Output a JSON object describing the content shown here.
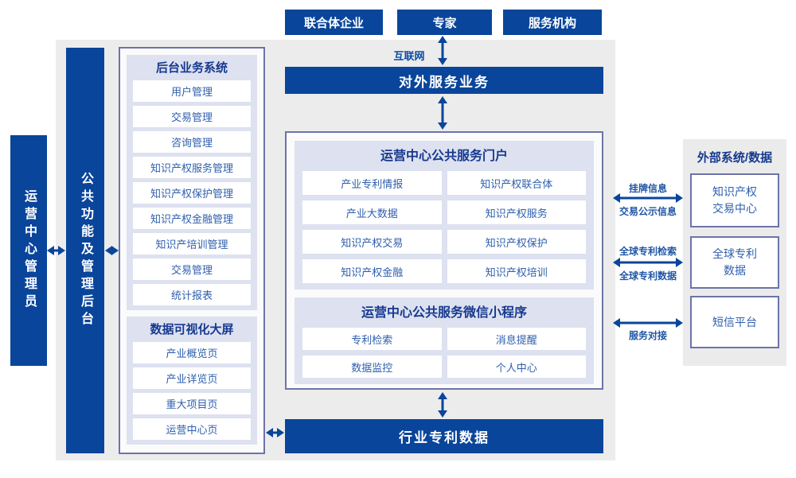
{
  "colors": {
    "primary_blue": "#09459B",
    "panel_lavender": "#DDE1F0",
    "box_border": "#6C74A8",
    "background_gray": "#ECECEC",
    "title_navy": "#16398F",
    "item_blue": "#2E5FAD"
  },
  "top_actors": [
    "联合体企业",
    "专家",
    "服务机构"
  ],
  "internet_label": "互联网",
  "external_service_bar": "对外服务业务",
  "left_column": {
    "admin_label": "运营中心管理员",
    "backend_bar_label": "公共功能及管理后台"
  },
  "backend_system": {
    "title": "后台业务系统",
    "items": [
      "用户管理",
      "交易管理",
      "咨询管理",
      "知识产权服务管理",
      "知识产权保护管理",
      "知识产权金融管理",
      "知识产培训管理",
      "交易管理",
      "统计报表"
    ]
  },
  "dashboard": {
    "title": "数据可视化大屏",
    "items": [
      "产业概览页",
      "产业详览页",
      "重大项目页",
      "运营中心页"
    ]
  },
  "portal": {
    "title": "运营中心公共服务门户",
    "items": [
      "产业专利情报",
      "知识产权联合体",
      "产业大数据",
      "知识产权服务",
      "知识产权交易",
      "知识产权保护",
      "知识产权金融",
      "知识产权培训"
    ]
  },
  "miniprogram": {
    "title": "运营中心公共服务微信小程序",
    "items": [
      "专利检索",
      "消息提醒",
      "数据监控",
      "个人中心"
    ]
  },
  "industry_patent_bar": "行业专利数据",
  "external_systems": {
    "title": "外部系统/数据",
    "boxes": [
      "知识产权交易中心",
      "全球专利数据",
      "短信平台"
    ],
    "links": [
      {
        "top": "挂牌信息",
        "bottom": "交易公示信息"
      },
      {
        "top": "全球专利检索",
        "bottom": "全球专利数据"
      },
      {
        "top": "",
        "bottom": "服务对接"
      }
    ]
  }
}
